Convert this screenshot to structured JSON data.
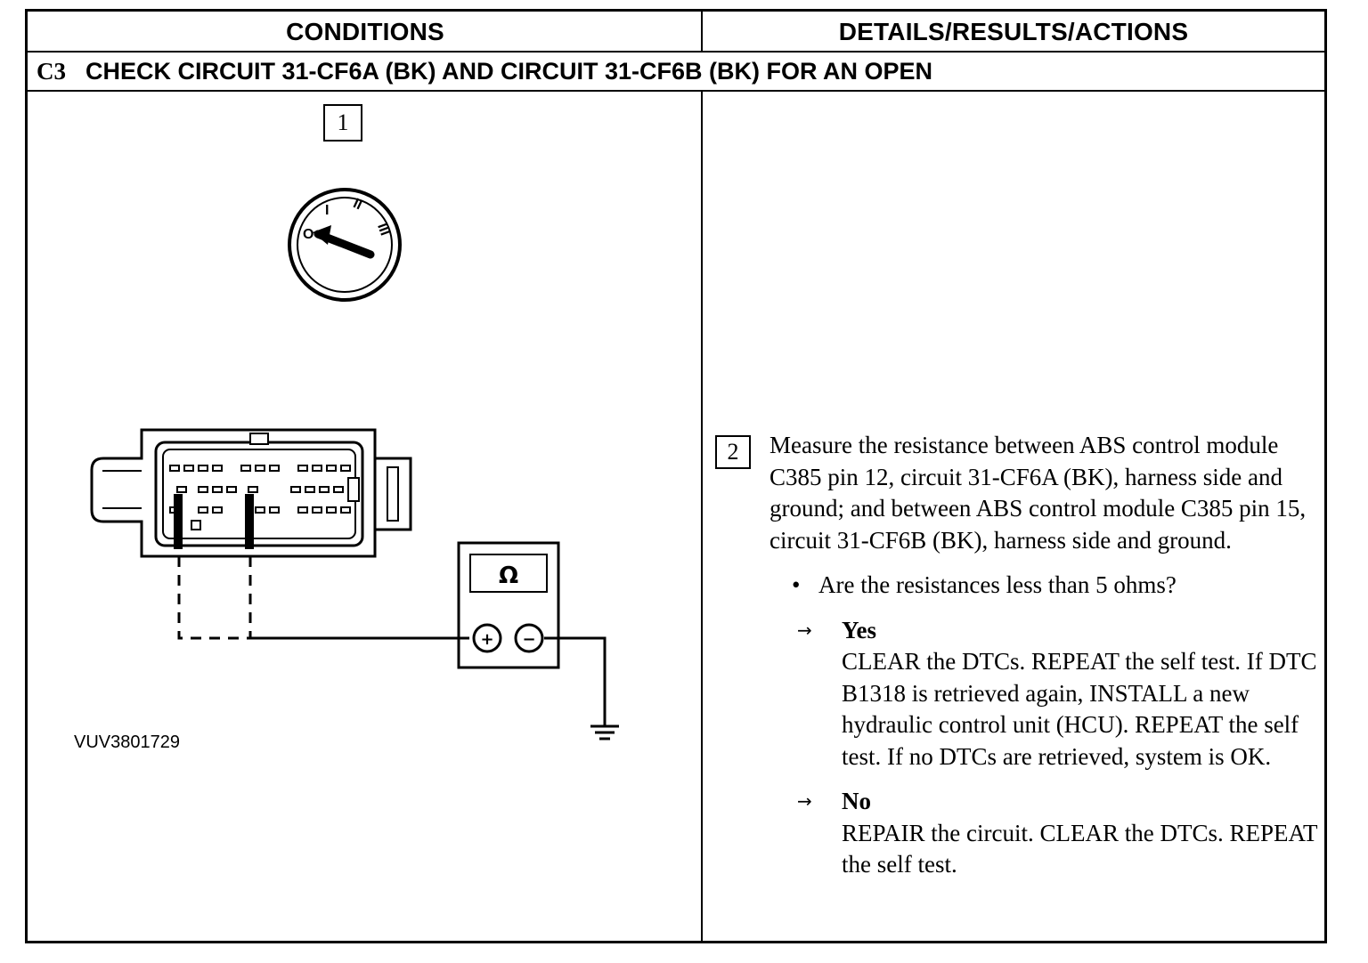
{
  "table": {
    "col_conditions": "CONDITIONS",
    "col_details": "DETAILS/RESULTS/ACTIONS"
  },
  "step": {
    "code": "C3",
    "title": "CHECK CIRCUIT 31-CF6A (BK) AND CIRCUIT 31-CF6B (BK) FOR AN OPEN"
  },
  "diagram": {
    "step1_number": "1",
    "ignition_positions": [
      "O",
      "I",
      "II",
      "III"
    ],
    "meter_symbol": "Ω",
    "meter_plus": "+",
    "meter_minus": "−",
    "figure_id": "VUV3801729"
  },
  "details": {
    "step2_number": "2",
    "instruction": "Measure the resistance between ABS control module C385 pin 12, circuit 31-CF6A (BK), harness side and ground; and between ABS control module C385 pin 15, circuit 31-CF6B (BK), harness side and ground.",
    "bullet": "•",
    "question": "Are the resistances less than 5 ohms?",
    "arrow": "→",
    "yes_label": "Yes",
    "yes_text": "CLEAR the DTCs. REPEAT the self test. If DTC B1318 is retrieved again, INSTALL a new hydraulic control unit (HCU). REPEAT the self test. If no DTCs are retrieved, system is OK.",
    "no_label": "No",
    "no_text": "REPAIR the circuit. CLEAR the DTCs. REPEAT the self test."
  }
}
